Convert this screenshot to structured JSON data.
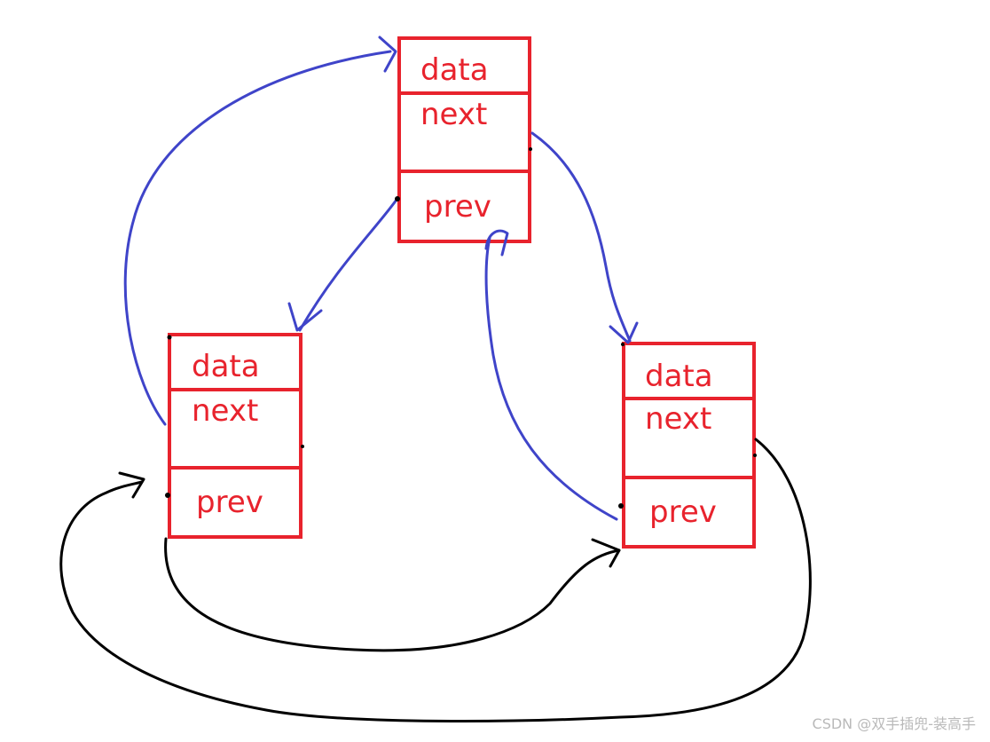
{
  "nodes": {
    "top": {
      "data_label": "data",
      "next_label": "next",
      "prev_label": "prev"
    },
    "left": {
      "data_label": "data",
      "next_label": "next",
      "prev_label": "prev"
    },
    "right": {
      "data_label": "data",
      "next_label": "next",
      "prev_label": "prev"
    }
  },
  "watermark": "CSDN @双手插兜-装高手",
  "colors": {
    "node_border": "#e8232d",
    "next_arrow": "#3f44c9",
    "prev_arrow": "#000000"
  }
}
